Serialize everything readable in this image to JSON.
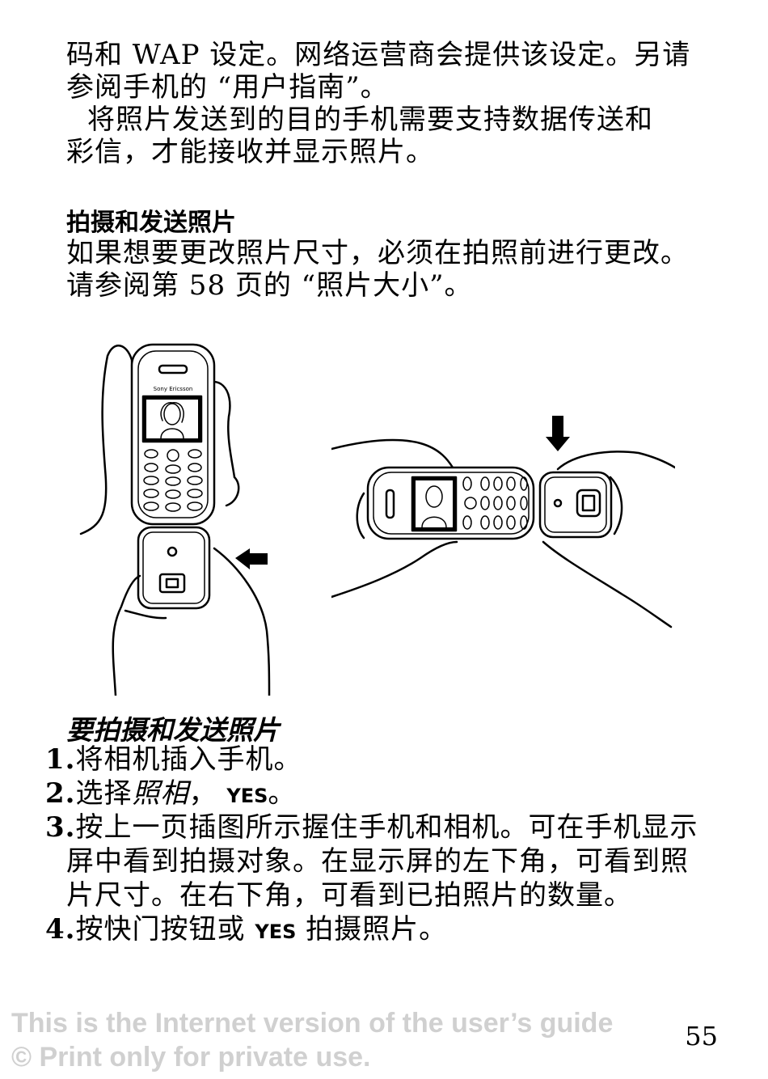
{
  "intro": {
    "line1": "码和 WAP 设定。网络运营商会提供该设定。另请",
    "line2": "参阅手机的 “用户指南”。",
    "line3": "将照片发送到的目的手机需要支持数据传送和",
    "line4": "彩信，才能接收并显示照片。"
  },
  "section": {
    "heading": "拍摄和发送照片",
    "line1": "如果想要更改照片尺寸，必须在拍照前进行更改。",
    "line2": "请参阅第 58 页的 “照片大小”。"
  },
  "illustration": {
    "brand": "Sony Ericsson"
  },
  "procedure": {
    "heading": "要拍摄和发送照片",
    "step1_num": "1.",
    "step1": "将相机插入手机。",
    "step2_num": "2.",
    "step2_a": "选择",
    "step2_menu": "照相",
    "step2_b": "，",
    "step2_key": "YES",
    "step2_c": "。",
    "step3_num": "3.",
    "step3_l1": "按上一页插图所示握住手机和相机。可在手机显示",
    "step3_l2": "屏中看到拍摄对象。在显示屏的左下角，可看到照",
    "step3_l3": "片尺寸。在右下角，可看到已拍照片的数量。",
    "step4_num": "4.",
    "step4_a": "按快门按钮或 ",
    "step4_key": "YES",
    "step4_b": " 拍摄照片。"
  },
  "footer": {
    "line1": "This is the Internet version of the user’s guide",
    "line2": "© Print only for private use.",
    "page_number": "55"
  }
}
